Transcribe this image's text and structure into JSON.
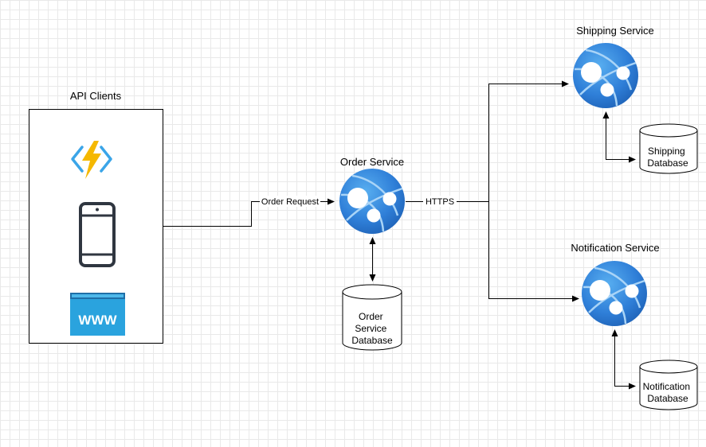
{
  "api_clients": {
    "title": "API Clients",
    "icons": [
      "azure-function-icon",
      "mobile-phone-icon",
      "web-browser-icon"
    ],
    "www_text": "WWW"
  },
  "edges": {
    "order_request": "Order Request",
    "https": "HTTPS"
  },
  "services": {
    "order": {
      "title": "Order Service",
      "icon": "azure-app-service-icon"
    },
    "shipping": {
      "title": "Shipping Service",
      "icon": "azure-app-service-icon"
    },
    "notification": {
      "title": "Notification Service",
      "icon": "azure-app-service-icon"
    }
  },
  "databases": {
    "order": [
      "Order",
      "Service",
      "Database"
    ],
    "shipping": [
      "Shipping",
      "Database"
    ],
    "notification": [
      "Notification",
      "Database"
    ]
  },
  "colors": {
    "service_blue": "#2f7fd8",
    "function_yellow": "#f5b800",
    "function_brackets": "#3ba5e8",
    "phone_dark": "#2f3640",
    "www_blue": "#2aa3de"
  }
}
